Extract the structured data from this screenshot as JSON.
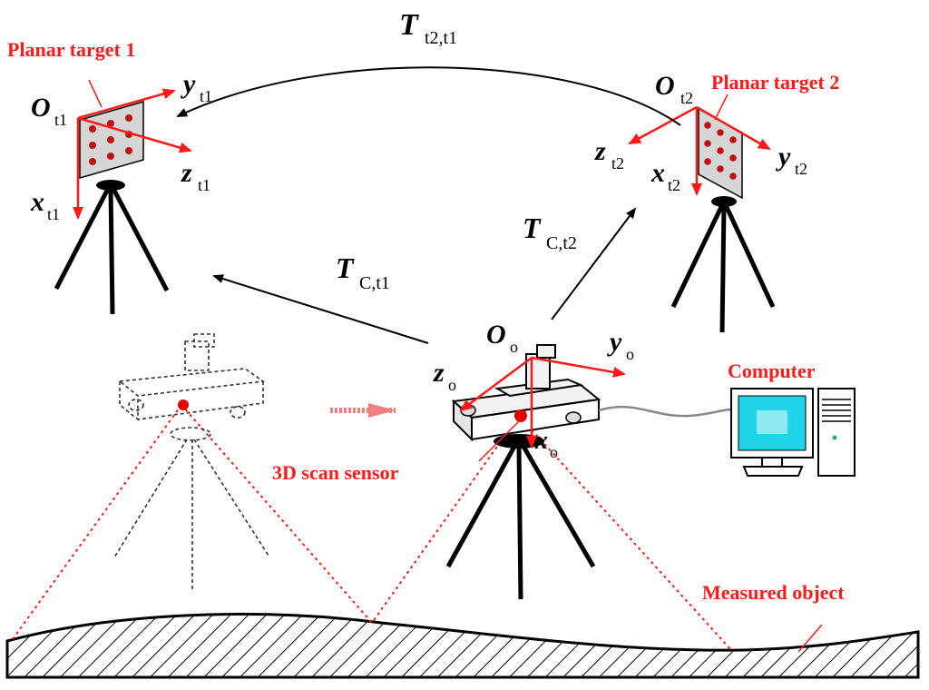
{
  "labels": {
    "planar_target_1": "Planar target 1",
    "planar_target_2": "Planar target 2",
    "computer": "Computer",
    "sensor": "3D scan sensor",
    "measured_object": "Measured object"
  },
  "transforms": {
    "t2_t1": {
      "main": "T",
      "sub": "t2,t1"
    },
    "c_t1": {
      "main": "T",
      "sub": "C,t1"
    },
    "c_t2": {
      "main": "T",
      "sub": "C,t2"
    }
  },
  "frames": {
    "target1": {
      "origin": "O",
      "origin_sub": "t1",
      "x": "x",
      "x_sub": "t1",
      "y": "y",
      "y_sub": "t1",
      "z": "z",
      "z_sub": "t1"
    },
    "target2": {
      "origin": "O",
      "origin_sub": "t2",
      "x": "x",
      "x_sub": "t2",
      "y": "y",
      "y_sub": "t2",
      "z": "z",
      "z_sub": "t2"
    },
    "sensor": {
      "origin": "O",
      "origin_sub": "o",
      "x": "x",
      "x_sub": "o",
      "y": "y",
      "y_sub": "o",
      "z": "z",
      "z_sub": "o"
    }
  },
  "colors": {
    "accent": "#ff1a1a",
    "ink": "#000000",
    "screen": "#1fd4e6",
    "target_dot": "#d01010"
  }
}
